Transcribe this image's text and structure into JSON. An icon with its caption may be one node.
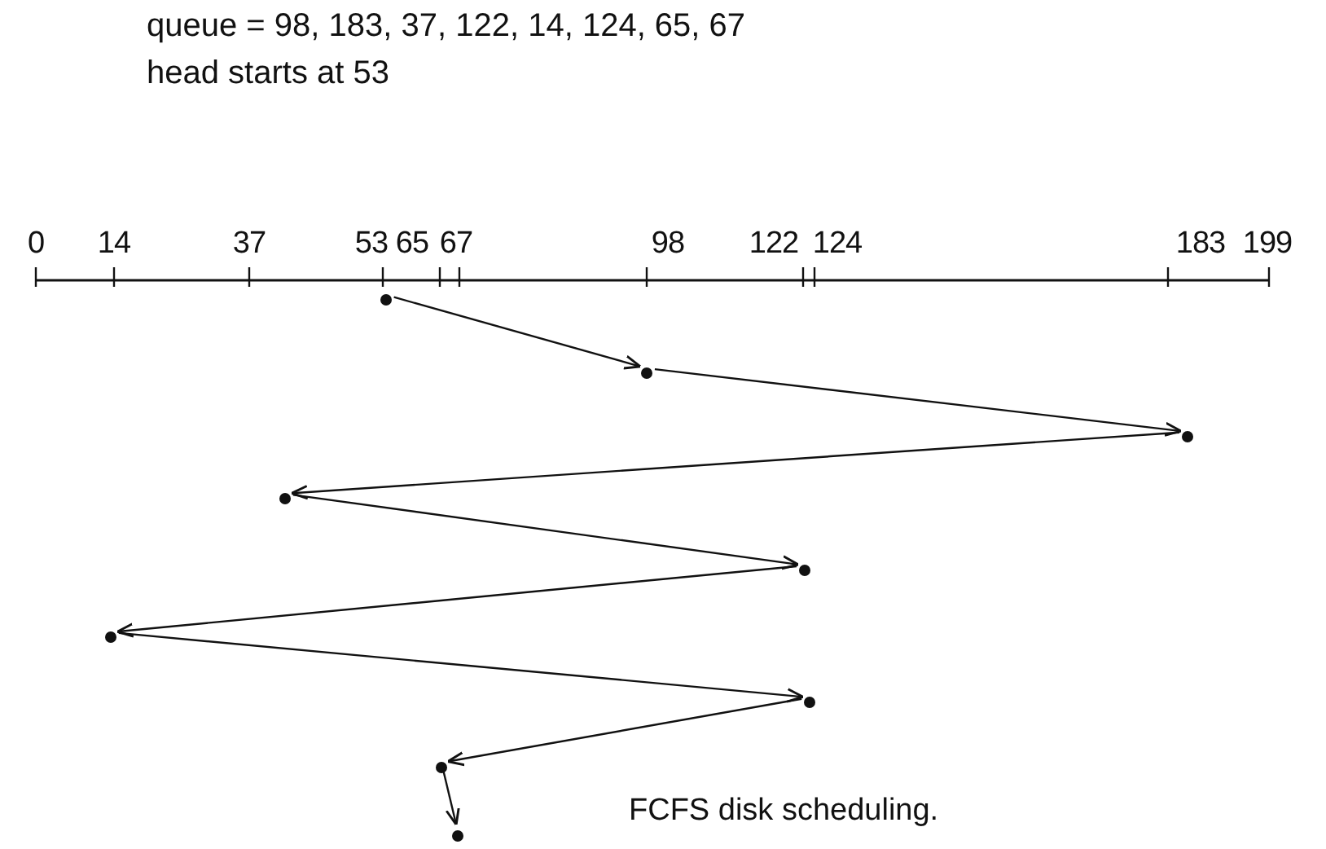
{
  "diagram": {
    "caption": "FCFS disk scheduling.",
    "nodes": [
      {
        "text": [],
        "shape": "circle"
      },
      {
        "text": [],
        "shape": "circle"
      },
      {
        "text": [],
        "shape": "circle"
      },
      {
        "text": [],
        "shape": "circle"
      },
      {
        "text": [],
        "shape": "circle"
      },
      {
        "text": [],
        "shape": "circle"
      },
      {
        "text": [],
        "shape": "circle"
      },
      {
        "text": [],
        "shape": "circle"
      },
      {
        "text": [],
        "shape": "circle"
      }
    ],
    "edges": [
      {
        "from": 0,
        "to": 1,
        "arrow": "to"
      },
      {
        "from": 1,
        "to": 2,
        "arrow": "to"
      },
      {
        "from": 2,
        "to": 3,
        "arrow": "to"
      },
      {
        "from": 3,
        "to": 4,
        "arrow": "to"
      },
      {
        "from": 4,
        "to": 5,
        "arrow": "to"
      },
      {
        "from": 5,
        "to": 6,
        "arrow": "to"
      },
      {
        "from": 6,
        "to": 7,
        "arrow": "to"
      },
      {
        "from": 7,
        "to": 8,
        "arrow": "to"
      }
    ],
    "labels": [
      "queue = 98, 183, 37, 122, 14, 124, 65, 67",
      "head starts at 53",
      "0",
      "14",
      "37",
      "53",
      "65",
      "67",
      "98",
      "122",
      "124",
      "183",
      "199"
    ]
  }
}
